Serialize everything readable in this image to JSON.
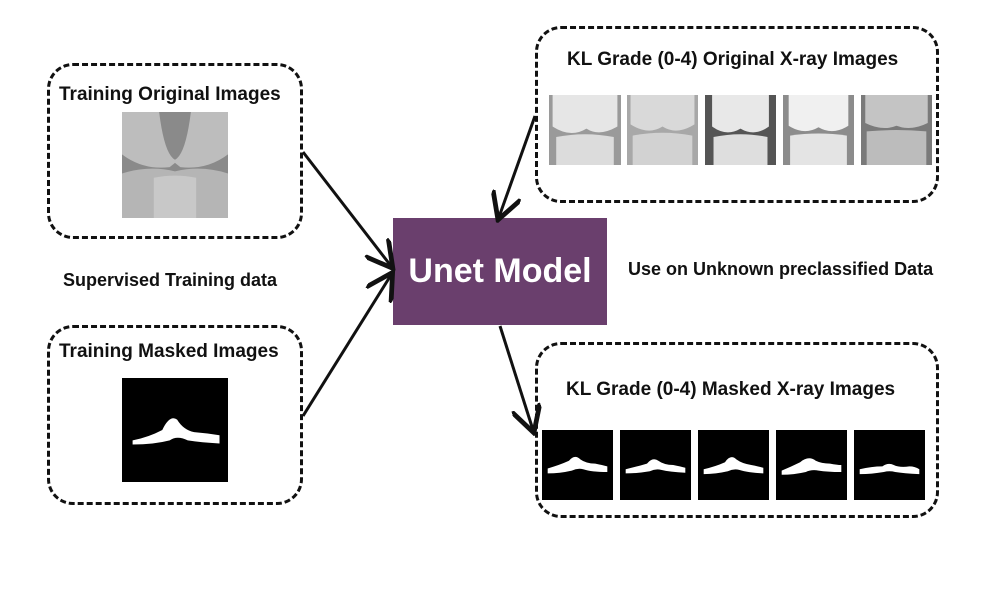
{
  "left": {
    "original_title": "Training Original Images",
    "supervised_label": "Supervised Training data",
    "masked_title": "Training Masked Images"
  },
  "model": {
    "label": "Unet Model"
  },
  "right": {
    "original_title": "KL Grade (0-4) Original X-ray Images",
    "unknown_label": "Use on Unknown preclassified Data",
    "masked_title": "KL Grade (0-4) Masked X-ray Images"
  },
  "colors": {
    "model_fill": "#6a3f6d",
    "border": "#111111"
  }
}
